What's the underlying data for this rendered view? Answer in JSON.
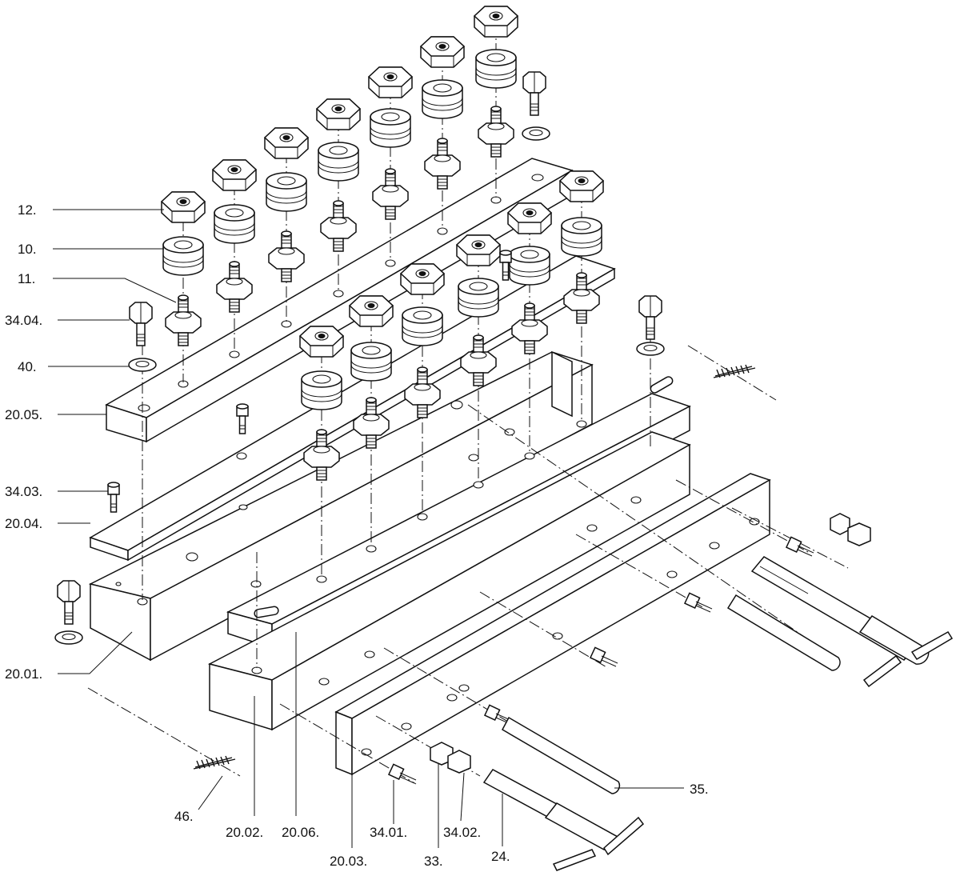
{
  "diagram": {
    "labels_left": [
      {
        "id": "p12",
        "text": "12."
      },
      {
        "id": "p10",
        "text": "10."
      },
      {
        "id": "p11",
        "text": "11."
      },
      {
        "id": "p3404",
        "text": "34.04."
      },
      {
        "id": "p40",
        "text": "40."
      },
      {
        "id": "p2005",
        "text": "20.05."
      },
      {
        "id": "p3403",
        "text": "34.03."
      },
      {
        "id": "p2004",
        "text": "20.04."
      },
      {
        "id": "p2001",
        "text": "20.01."
      }
    ],
    "labels_bottom": [
      {
        "id": "p46",
        "text": "46."
      },
      {
        "id": "p2002",
        "text": "20.02."
      },
      {
        "id": "p2006",
        "text": "20.06."
      },
      {
        "id": "p3401",
        "text": "34.01."
      },
      {
        "id": "p2003",
        "text": "20.03."
      },
      {
        "id": "p33",
        "text": "33."
      },
      {
        "id": "p3402",
        "text": "34.02."
      },
      {
        "id": "p24",
        "text": "24."
      },
      {
        "id": "p35",
        "text": "35."
      }
    ]
  }
}
